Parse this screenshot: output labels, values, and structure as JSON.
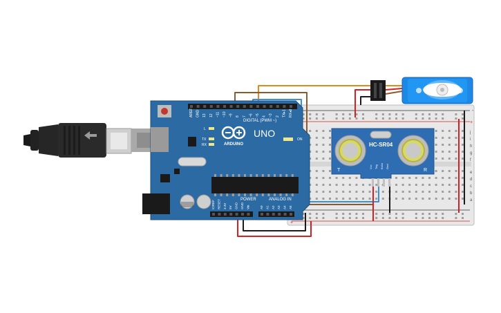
{
  "board": {
    "logo_text": "UNO",
    "brand_text": "ARDUINO",
    "digital_header": "DIGITAL (PWM ~)",
    "power_header": "POWER",
    "analog_header": "ANALOG IN",
    "label_l": "L",
    "label_tx": "TX",
    "label_rx": "RX",
    "label_on": "ON",
    "digital_pins": [
      "AREF",
      "GND",
      "13",
      "12",
      "~11",
      "~10",
      "~9",
      "8",
      "7",
      "~6",
      "~5",
      "4",
      "~3",
      "2",
      "TX▸1",
      "RX◂0"
    ],
    "power_pins": [
      "IOREF",
      "RESET",
      "3.3V",
      "5V",
      "GND",
      "GND",
      "Vin"
    ],
    "analog_pins": [
      "A0",
      "A1",
      "A2",
      "A3",
      "A4",
      "A5"
    ]
  },
  "sensor": {
    "model": "HC-SR04",
    "left_mark": "T",
    "right_mark": "R",
    "pins": [
      "Vcc",
      "Trig",
      "Echo",
      "Gnd"
    ]
  },
  "breadboard": {
    "row_letters_top": [
      "j",
      "i",
      "h",
      "g",
      "f"
    ],
    "row_letters_bottom": [
      "e",
      "d",
      "c",
      "b",
      "a"
    ],
    "plus": "+",
    "minus": "-"
  },
  "colors": {
    "board": "#2b6aa3",
    "wire_red": "#d42020",
    "wire_black": "#1a1a1a",
    "wire_orange": "#e08a1e",
    "wire_brown": "#8a5a2b",
    "wire_blue": "#3b8fd6",
    "servo": "#1e88e5",
    "sensor": "#2f6db3"
  }
}
